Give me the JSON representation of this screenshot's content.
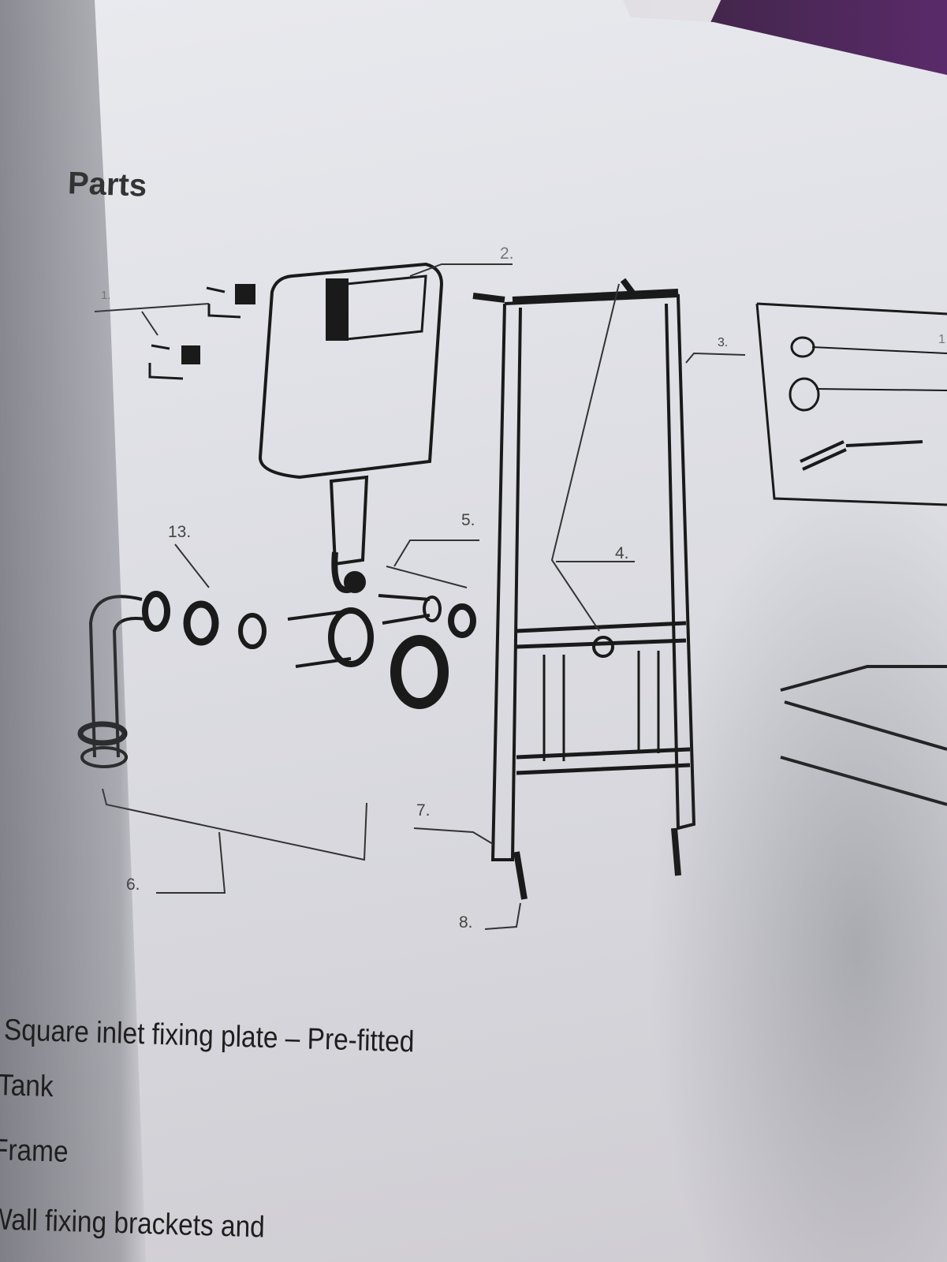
{
  "heading": "Parts",
  "callouts": {
    "c1": "1.",
    "c2": "2.",
    "c3": "3.",
    "c4": "4.",
    "c5": "5.",
    "c6": "6.",
    "c7": "7.",
    "c8": "8.",
    "c13": "13.",
    "inset": "1"
  },
  "parts_list": [
    "Square inlet fixing plate – Pre-fitted",
    "Tank",
    "Frame",
    "Wall fixing brackets and"
  ]
}
